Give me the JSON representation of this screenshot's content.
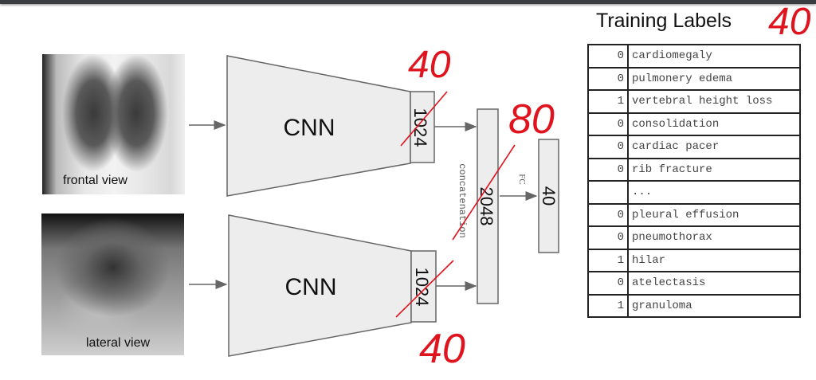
{
  "inputs": {
    "frontal_label": "frontal view",
    "lateral_label": "lateral view"
  },
  "network": {
    "cnn_top_label": "CNN",
    "cnn_bottom_label": "CNN",
    "feature_top": "1024",
    "feature_bottom": "1024",
    "concat_label": "concatenation",
    "concat_vector": "2048",
    "fc_label": "FC",
    "output_vector": "40"
  },
  "annotations": {
    "feature_top_corrected": "40",
    "feature_bottom_corrected": "40",
    "concat_corrected": "80",
    "labels_count": "40",
    "annotation_color": "#e0141e"
  },
  "training_labels": {
    "title": "Training Labels",
    "rows": [
      {
        "value": "0",
        "name": "cardiomegaly"
      },
      {
        "value": "0",
        "name": "pulmonery edema"
      },
      {
        "value": "1",
        "name": "vertebral height loss"
      },
      {
        "value": "0",
        "name": "consolidation"
      },
      {
        "value": "0",
        "name": "cardiac pacer"
      },
      {
        "value": "0",
        "name": "rib fracture"
      },
      {
        "value": "",
        "name": "..."
      },
      {
        "value": "0",
        "name": "pleural effusion"
      },
      {
        "value": "0",
        "name": "pneumothorax"
      },
      {
        "value": "1",
        "name": "hilar"
      },
      {
        "value": "0",
        "name": "atelectasis"
      },
      {
        "value": "1",
        "name": "granuloma"
      }
    ]
  }
}
